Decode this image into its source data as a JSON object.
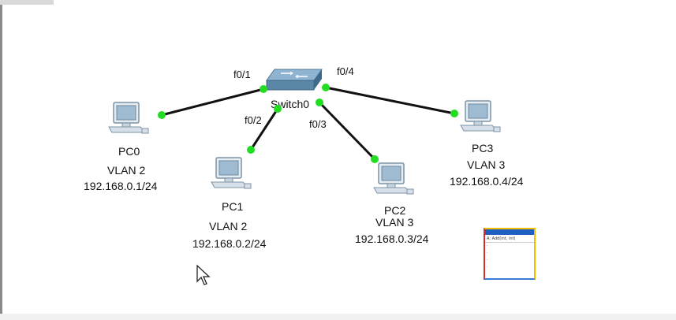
{
  "switch": {
    "name": "Switch0"
  },
  "pcs": [
    {
      "name": "PC0",
      "vlan": "VLAN 2",
      "ip": "192.168.0.1/24",
      "port": "f0/1"
    },
    {
      "name": "PC1",
      "vlan": "VLAN 2",
      "ip": "192.168.0.2/24",
      "port": "f0/2"
    },
    {
      "name": "PC2",
      "vlan": "VLAN 3",
      "ip": "192.168.0.3/24",
      "port": "f0/3"
    },
    {
      "name": "PC3",
      "vlan": "VLAN 3",
      "ip": "192.168.0.4/24",
      "port": "f0/4"
    }
  ],
  "colors": {
    "link": "#111111",
    "port_up": "#22dd22",
    "switch": "#5a86a8"
  },
  "popup": {
    "title": "A:  Add(int, int)",
    "items": [
      "·",
      "·",
      "·",
      "·"
    ]
  }
}
